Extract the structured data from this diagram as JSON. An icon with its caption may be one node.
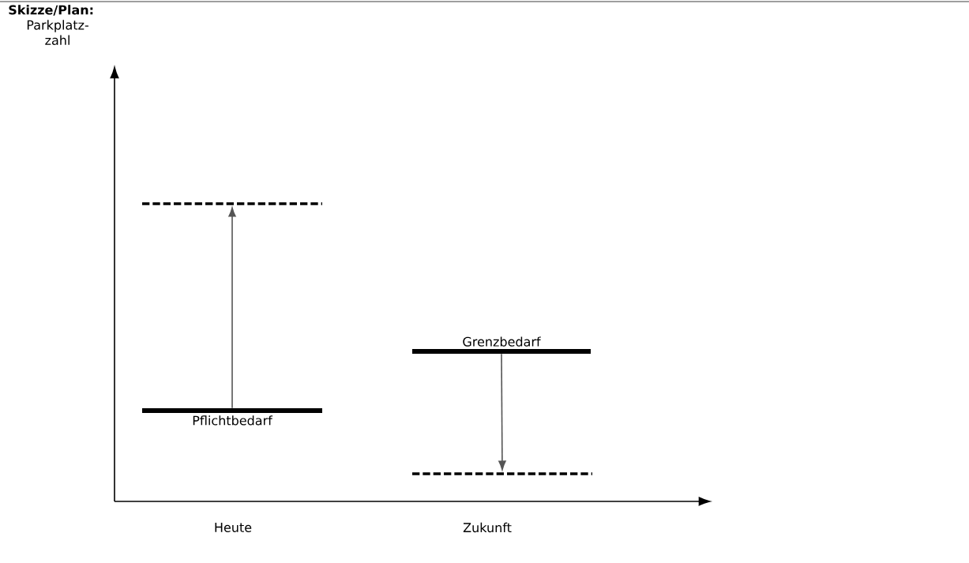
{
  "diagram": {
    "title": "Skizze/Plan:",
    "nodes": [
      {
        "text": [],
        "shape": "bar"
      },
      {
        "text": [
          "Pflichtbedarf"
        ]
      },
      {
        "text": [
          "Grenzbedarf"
        ]
      },
      {
        "text": [],
        "shape": "bar"
      }
    ],
    "edges": [
      {
        "from": 1,
        "to": 0,
        "arrow": "to"
      },
      {
        "from": 2,
        "to": 3,
        "arrow": "to"
      }
    ],
    "labels": [
      "Parkplatz- zahl",
      "Heute",
      "Zukunft"
    ]
  }
}
